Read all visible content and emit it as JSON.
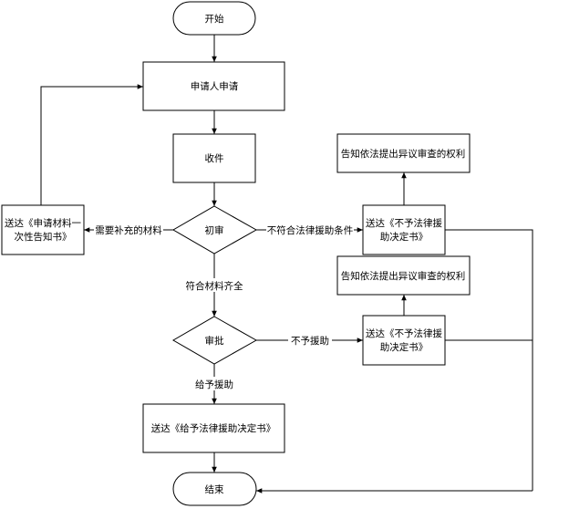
{
  "flowchart": {
    "start": "开始",
    "apply": "申请人申请",
    "receive": "收件",
    "initial_review": "初审",
    "approve": "审批",
    "notice_materials_line1": "送达《申请材料一",
    "notice_materials_line2": "次性告知书》",
    "reject_notice_1_line1": "送达《不予法律援",
    "reject_notice_1_line2": "助决定书》",
    "reject_notice_2_line1": "送达《不予法律援",
    "reject_notice_2_line2": "助决定书》",
    "objection_right_1": "告知依法提出异议审查的权利",
    "objection_right_2": "告知依法提出异议审查的权利",
    "grant_notice": "送达《给予法律援助决定书》",
    "end": "结束"
  },
  "edge_labels": {
    "need_materials": "需要补充的材料",
    "not_eligible": "不符合法律援助条件",
    "materials_complete": "符合材料齐全",
    "no_aid": "不予援助",
    "grant_aid": "给予援助"
  }
}
